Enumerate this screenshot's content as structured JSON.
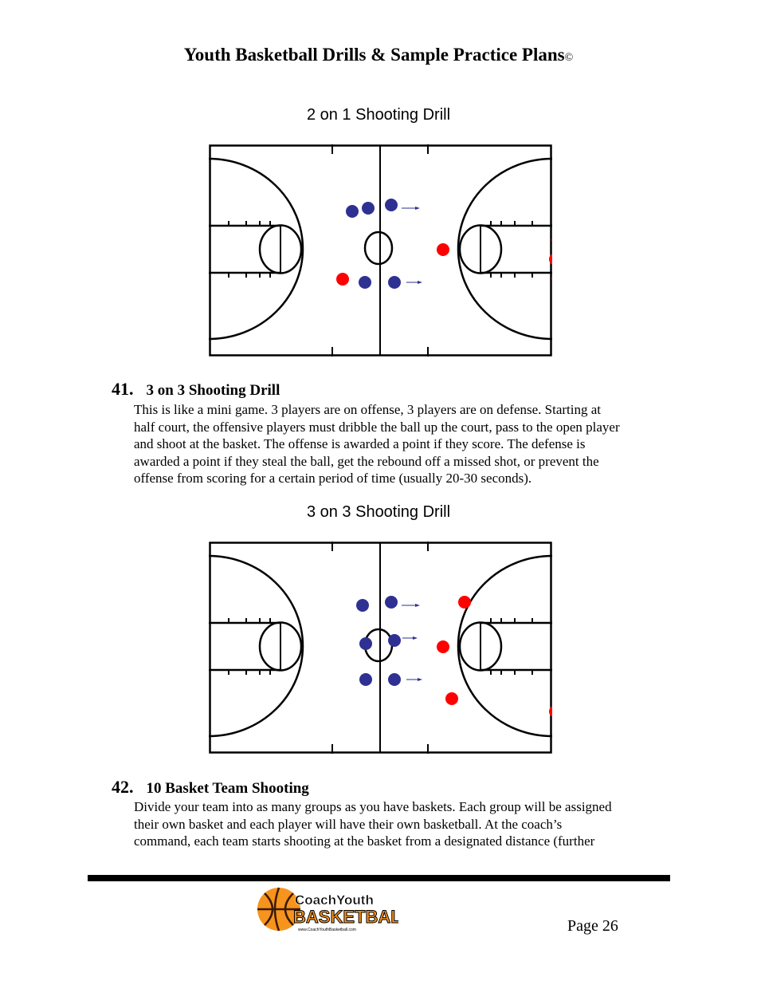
{
  "header": {
    "title": "Youth Basketball Drills & Sample Practice Plans",
    "copyright": "©"
  },
  "diagram1": {
    "title": "2 on 1 Shooting Drill",
    "colors": {
      "offense": "#2e3192",
      "defense": "#ff0000"
    }
  },
  "section41": {
    "number": "41.",
    "title": "3 on 3 Shooting Drill",
    "body_lines": [
      "This is like a mini game.  3 players are on offense, 3 players are on defense.  Starting at",
      "half court, the offensive players must dribble the ball up the court, pass to the open player",
      "and shoot at the basket.  The offense is awarded a point if they score.  The defense is",
      "awarded a point if they steal the ball, get the rebound off a missed shot, or prevent the",
      "offense from scoring for a certain period of time (usually 20-30 seconds)."
    ]
  },
  "diagram2": {
    "title": "3 on 3 Shooting Drill"
  },
  "section42": {
    "number": "42.",
    "title": "10 Basket Team Shooting",
    "body_lines": [
      "Divide your team into as many groups as you have baskets.  Each group will be assigned",
      "their own basket and each player will have their own basketball.  At the coach’s",
      "command, each team starts shooting at the basket from a designated distance (further"
    ]
  },
  "footer": {
    "logo_top": "CoachYouth",
    "logo_bottom": "BASKETBALL",
    "logo_url": "www.CoachYouthBasketball.com",
    "page": "Page 26"
  }
}
